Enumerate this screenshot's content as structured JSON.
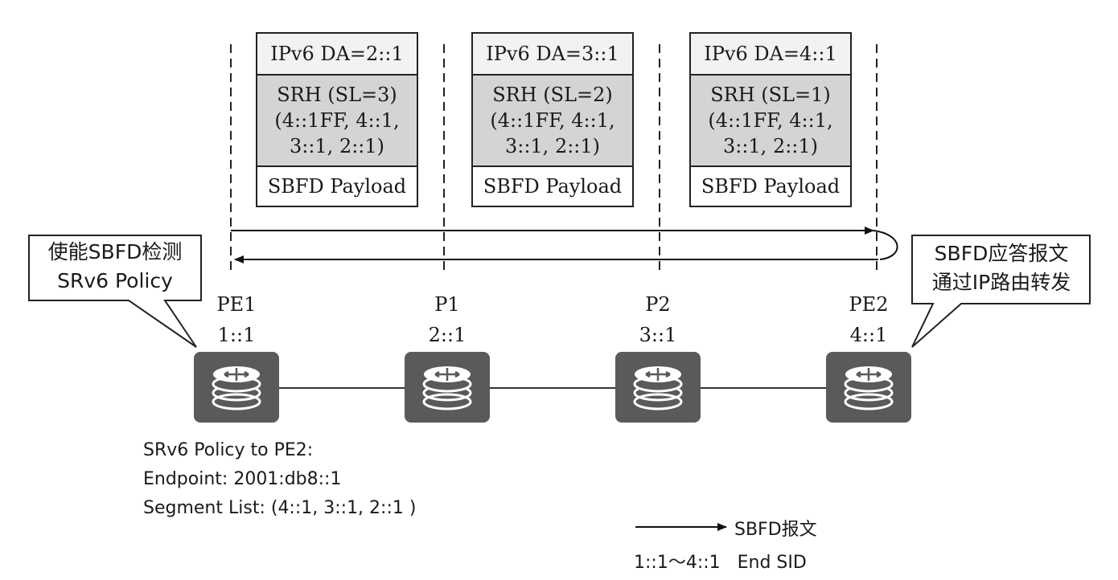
{
  "packets": [
    {
      "da": "IPv6 DA=2::1",
      "srh_line1": "SRH (SL=3)",
      "srh_line2": "(4::1FF, 4::1,",
      "srh_line3": "3::1, 2::1)",
      "payload": "SBFD Payload"
    },
    {
      "da": "IPv6 DA=3::1",
      "srh_line1": "SRH (SL=2)",
      "srh_line2": "(4::1FF, 4::1,",
      "srh_line3": "3::1, 2::1)",
      "payload": "SBFD Payload"
    },
    {
      "da": "IPv6 DA=4::1",
      "srh_line1": "SRH (SL=1)",
      "srh_line2": "(4::1FF, 4::1,",
      "srh_line3": "3::1, 2::1)",
      "payload": "SBFD Payload"
    }
  ],
  "callouts": {
    "left": {
      "line1": "使能SBFD检测",
      "line2": "SRv6 Policy"
    },
    "right": {
      "line1": "SBFD应答报文",
      "line2": "通过IP路由转发"
    }
  },
  "nodes": [
    {
      "name": "PE1",
      "sid": "1::1"
    },
    {
      "name": "P1",
      "sid": "2::1"
    },
    {
      "name": "P2",
      "sid": "3::1"
    },
    {
      "name": "PE2",
      "sid": "4::1"
    }
  ],
  "policy": {
    "title": "SRv6 Policy to PE2:",
    "endpoint": "Endpoint: 2001:db8::1",
    "segment_list": "Segment List: (4::1, 3::1, 2::1 )"
  },
  "legend": {
    "arrow_label": "SBFD报文",
    "sid_label": "1::1～4::1   End SID"
  },
  "colors": {
    "router_fill": "#5a5a5a",
    "srh_fill": "#d4d4d4",
    "da_fill": "#f2f2f2"
  }
}
